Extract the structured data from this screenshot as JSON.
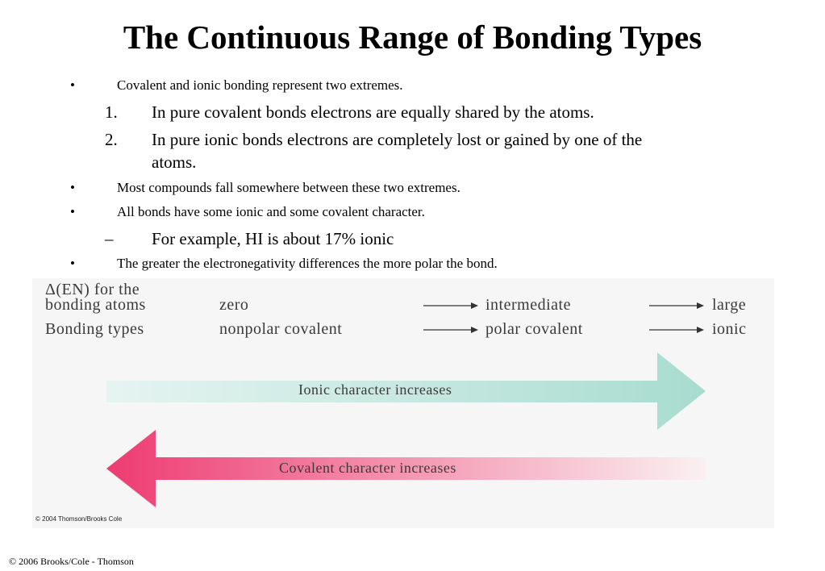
{
  "slide": {
    "title": "The Continuous Range of Bonding Types",
    "footer": "© 2006 Brooks/Cole - Thomson"
  },
  "bullets": [
    {
      "marker": "•",
      "text": "Covalent and ionic bonding represent two extremes."
    },
    {
      "marker": "1.",
      "text": "In pure covalent bonds electrons are equally shared by the atoms."
    },
    {
      "marker": "2.",
      "text": "In pure ionic bonds electrons are completely lost or gained by one of the",
      "text_cont": "atoms."
    },
    {
      "marker": "•",
      "text": "Most compounds fall somewhere between these two extremes."
    },
    {
      "marker": "•",
      "text": "All bonds have some ionic and some covalent character."
    },
    {
      "marker": "–",
      "text": "For example, HI is about 17% ionic"
    },
    {
      "marker": "•",
      "text": "The greater the electronegativity differences the more polar the bond."
    }
  ],
  "figure": {
    "row1_label_line1": "Δ(EN) for the",
    "row1_label_line2": "bonding atoms",
    "row1_values": [
      "zero",
      "intermediate",
      "large"
    ],
    "row2_label": "Bonding types",
    "row2_values": [
      "nonpolar covalent",
      "polar covalent",
      "ionic"
    ],
    "ionic_arrow_label": "Ionic character increases",
    "covalent_arrow_label": "Covalent character increases",
    "ionic_arrow_color": "#a8dccf",
    "covalent_arrow_color": "#ee3b72",
    "copyright": "© 2004 Thomson/Brooks Cole"
  }
}
